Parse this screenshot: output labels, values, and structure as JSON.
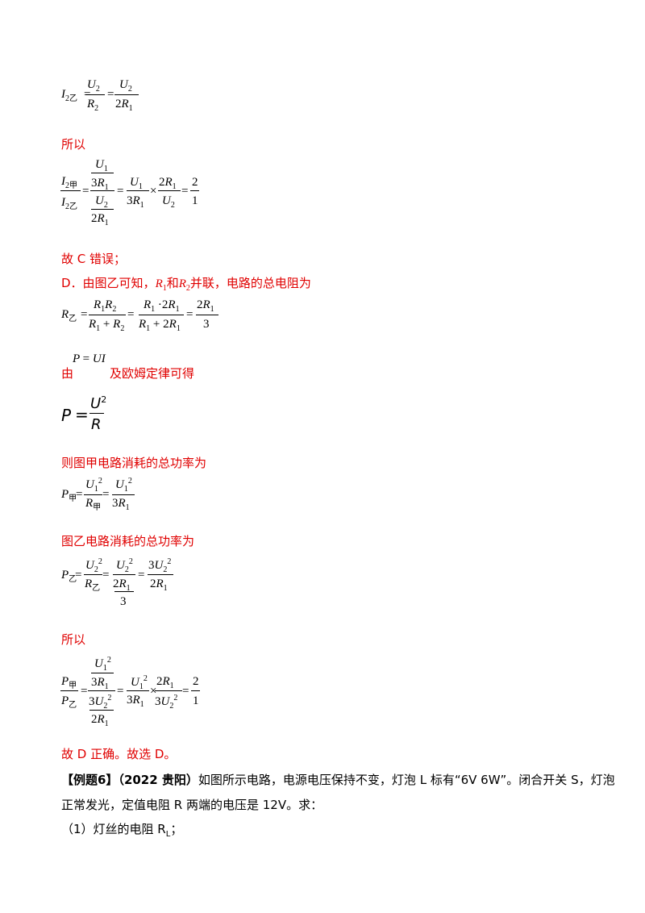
{
  "texts": {
    "suoyi1": "所以",
    "c_wrong": "故 C 错误；",
    "d_intro_a": "D．由图乙可知，",
    "d_intro_b": "和",
    "d_intro_c": "并联，电路的总电阻为",
    "you": "由",
    "ohm": "及欧姆定律可得",
    "jia_power": "则图甲电路消耗的总功率为",
    "yi_power": "图乙电路消耗的总功率为",
    "suoyi2": "所以",
    "d_right": "故 D 正确。故选 D。",
    "ex_label": "【例题6】",
    "ex_source": "（2022 贵阳）",
    "ex_body1": "如图所示电路，电源电压保持不变，灯泡 L 标有“6V 6W”。闭合开关 S，灯泡",
    "ex_body2": "正常发光，定值电阻 R 两端的电压是 12V。求：",
    "q1": "（1）灯丝的电阻 R",
    "q1_sub": "L",
    "q1_end": "；"
  },
  "formulas": {
    "i2yi": "I2乙 = U2/R2 = U2/(2R1)",
    "ratio_i": "I2甲/I2乙 = (U1/3R1)/(U2/2R1) = U1/3R1 × 2R1/U2 = 2/1",
    "r_yi": "R乙 = R1R2/(R1+R2) = R1·2R1/(R1+2R1) = 2R1/3",
    "p_ui": "P = UI",
    "p_u2r": "P = U²/R",
    "p_jia": "P甲 = U1²/R甲 = U1²/3R1",
    "p_yi": "P乙 = U2²/R乙 = U2²/(2R1/3) = 3U2²/2R1",
    "ratio_p": "P甲/P乙 = (U1²/3R1)/(3U2²/2R1) = U1²/3R1 × 2R1/3U2² = 2/1"
  }
}
